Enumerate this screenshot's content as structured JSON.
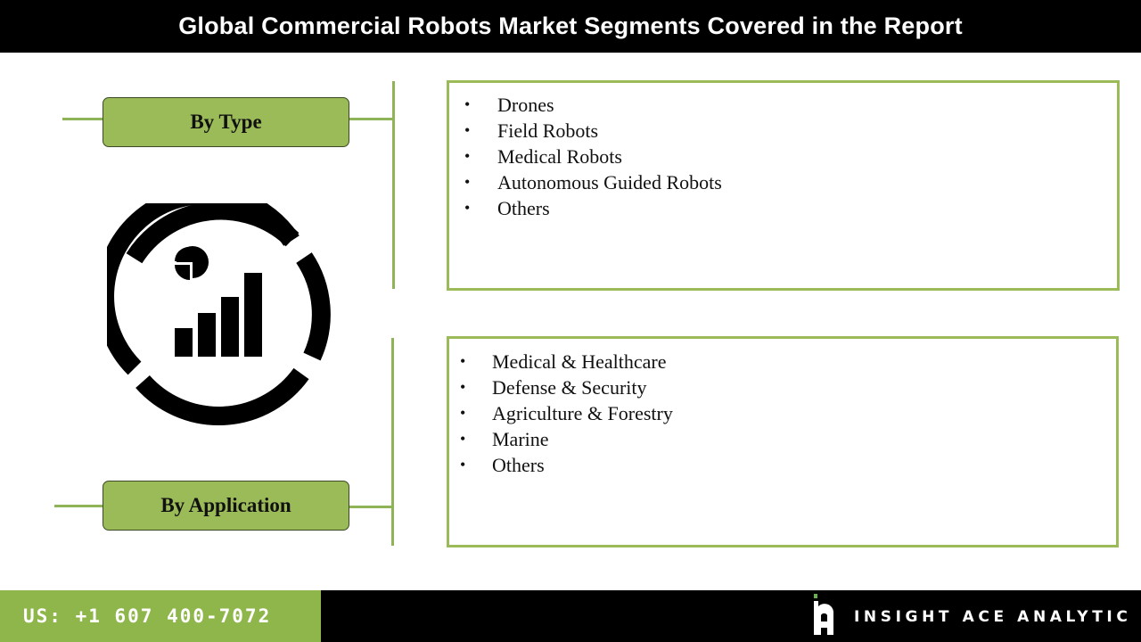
{
  "header": {
    "title": "Global Commercial Robots Market Segments Covered in the Report"
  },
  "segments": [
    {
      "label": "By Type",
      "items": [
        "Drones",
        "Field Robots",
        "Medical Robots",
        "Autonomous Guided Robots",
        "Others"
      ]
    },
    {
      "label": "By Application",
      "items": [
        "Medical & Healthcare",
        "Defense & Security",
        "Agriculture & Forestry",
        "Marine",
        "Others"
      ]
    }
  ],
  "bullet_char": "•",
  "center_icon": "market-analytics-icon",
  "footer": {
    "phone": "US: +1 607 400-7072",
    "brand": "INSIGHT ACE ANALYTIC",
    "logo_icon": "insight-ace-logo-icon"
  },
  "colors": {
    "header_bg": "#000000",
    "accent_green": "#9bbb59",
    "footer_green": "#8fb64a",
    "footer_dark": "#000000",
    "logo_dot": "#6ab04c"
  }
}
